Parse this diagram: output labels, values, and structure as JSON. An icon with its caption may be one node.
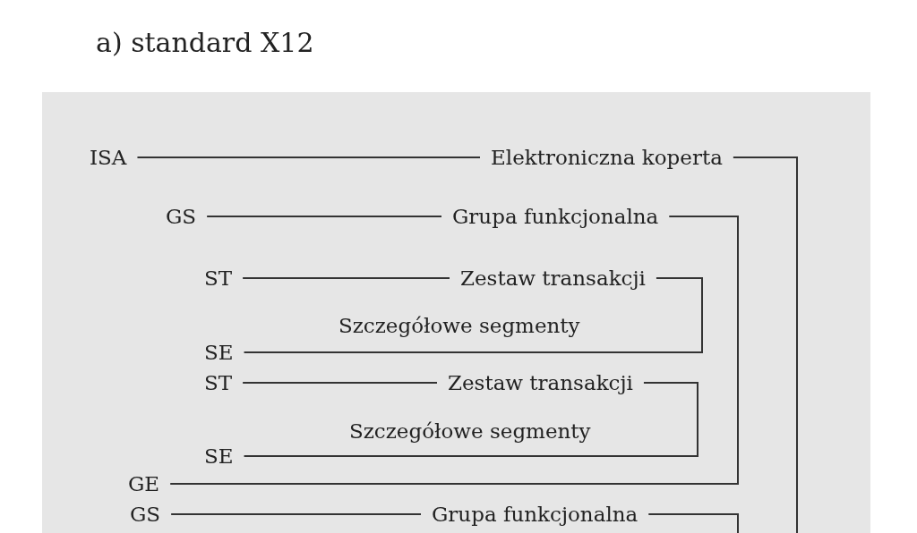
{
  "diagram": {
    "title": "a) standard X12",
    "nodes": [
      {
        "text": [
          "ISA"
        ]
      },
      {
        "text": [
          "Elektroniczna koperta"
        ]
      },
      {
        "text": [
          "GS"
        ]
      },
      {
        "text": [
          "Grupa funkcjonalna"
        ]
      },
      {
        "text": [
          "ST"
        ]
      },
      {
        "text": [
          "Zestaw transakcji"
        ]
      },
      {
        "text": [
          "SE"
        ]
      },
      {
        "text": [
          "ST"
        ]
      },
      {
        "text": [
          "Zestaw transakcji"
        ]
      },
      {
        "text": [
          "SE"
        ]
      },
      {
        "text": [
          "GE"
        ]
      },
      {
        "text": [
          "GS"
        ]
      },
      {
        "text": [
          "Grupa funkcjonalna"
        ]
      }
    ],
    "edges": [
      {
        "from": 0,
        "to": 1,
        "arrow": "none"
      },
      {
        "from": 1,
        "to": null,
        "arrow": "none"
      },
      {
        "from": 2,
        "to": 3,
        "arrow": "none"
      },
      {
        "from": 3,
        "to": 10,
        "arrow": "none"
      },
      {
        "from": 4,
        "to": 5,
        "arrow": "none"
      },
      {
        "from": 5,
        "to": 6,
        "arrow": "none"
      },
      {
        "from": 7,
        "to": 8,
        "arrow": "none"
      },
      {
        "from": 8,
        "to": 9,
        "arrow": "none"
      },
      {
        "from": 11,
        "to": 12,
        "arrow": "none"
      },
      {
        "from": 12,
        "to": null,
        "arrow": "none"
      }
    ],
    "labels": [
      "Szczegółowe segmenty",
      "Szczegółowe segmenty"
    ]
  }
}
